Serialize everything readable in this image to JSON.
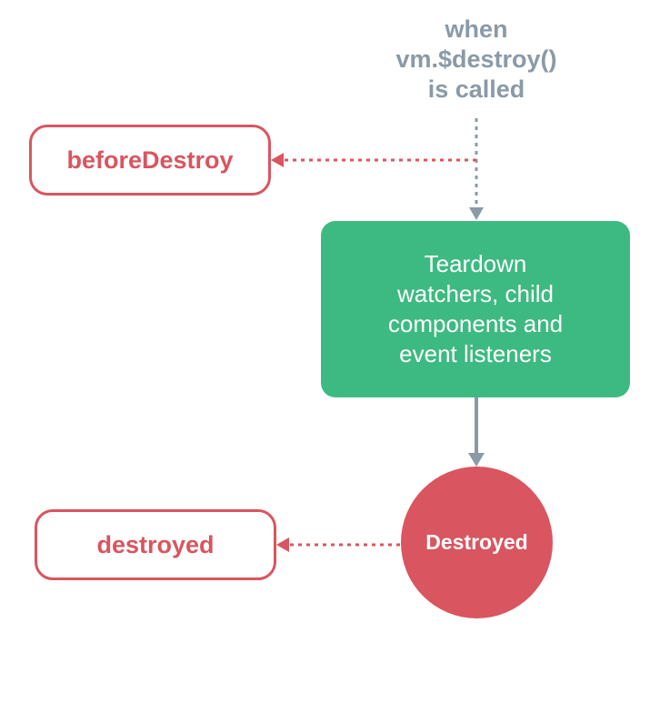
{
  "trigger": {
    "lines": [
      "when",
      "vm.$destroy()",
      "is called"
    ]
  },
  "hooks": {
    "before_destroy": "beforeDestroy",
    "destroyed": "destroyed"
  },
  "process": {
    "lines": [
      "Teardown",
      "watchers, child",
      "components and",
      "event listeners"
    ]
  },
  "state": {
    "label": "Destroyed"
  },
  "colors": {
    "hook": "#d9555f",
    "process": "#3dba81",
    "connector": "#8a9aa6",
    "background": "#ffffff"
  }
}
